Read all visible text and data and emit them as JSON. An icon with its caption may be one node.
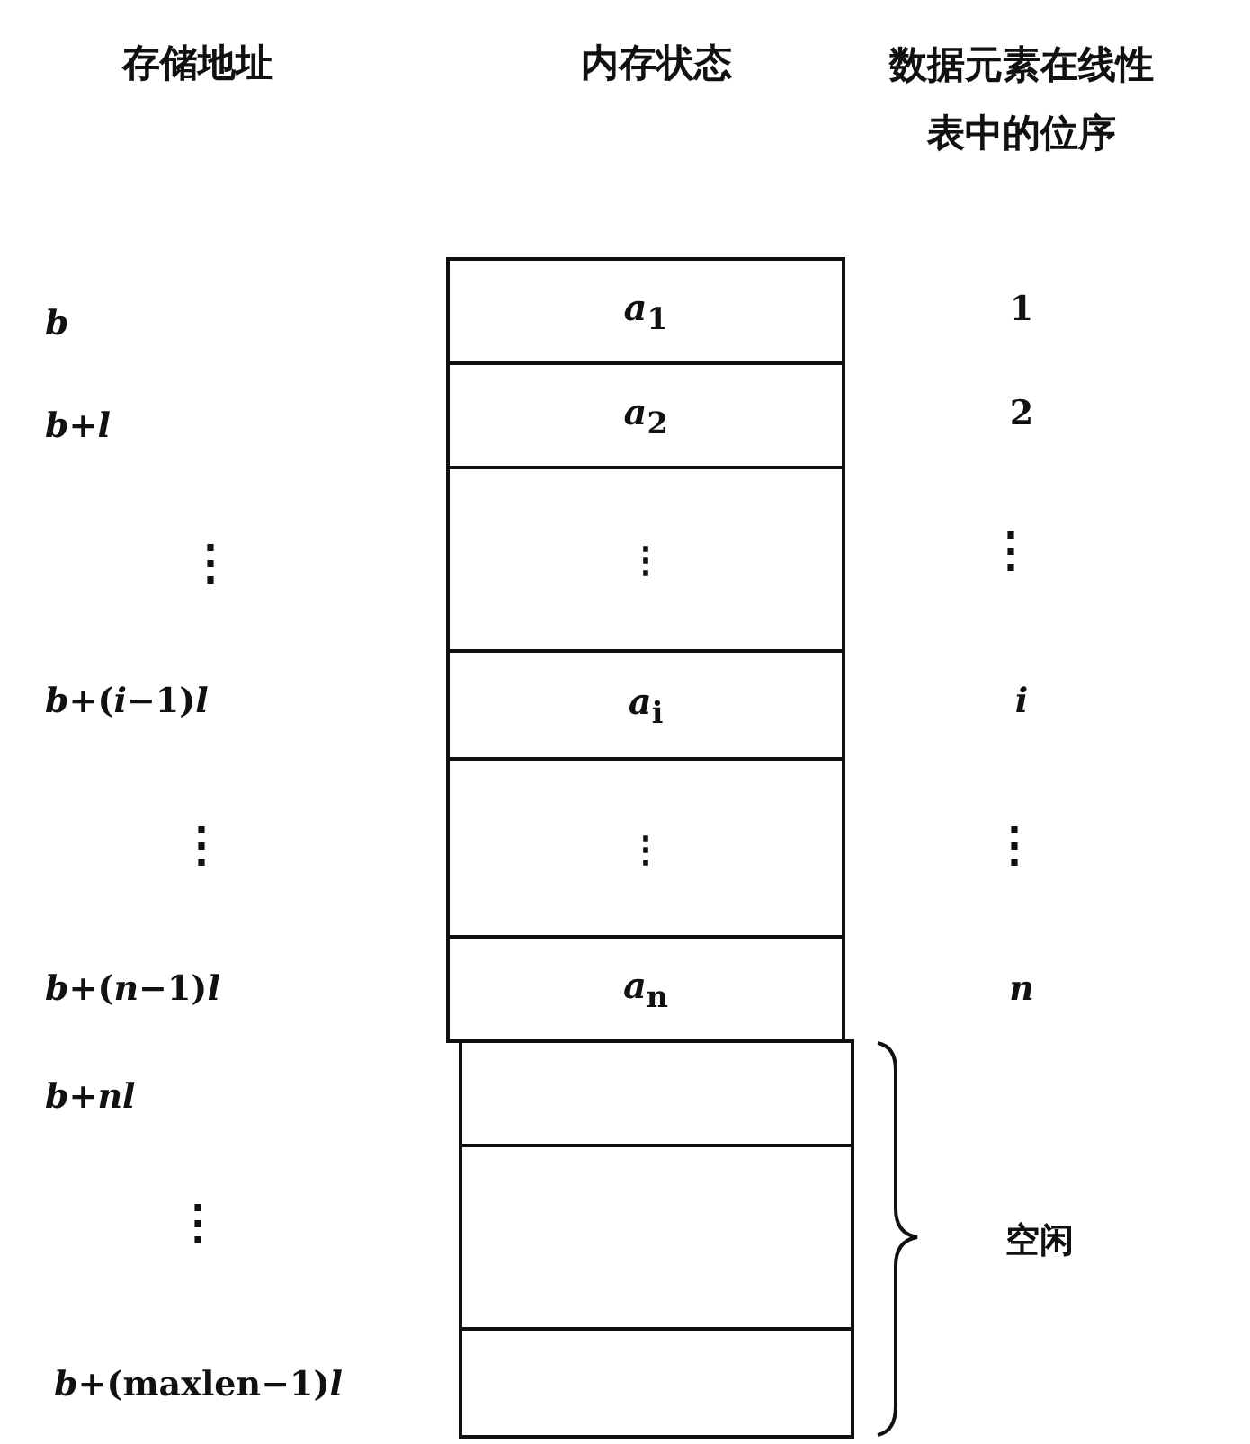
{
  "diagram": {
    "nodes": [
      {
        "text": [
          "*a*$_{1}$"
        ]
      },
      {
        "text": [
          "*a*$_{2}$"
        ]
      },
      {
        "text": [
          "⋮"
        ]
      },
      {
        "text": [
          "*a*$_{i}$"
        ]
      },
      {
        "text": [
          "⋮"
        ]
      },
      {
        "text": [
          "*a*$_{n}$"
        ]
      },
      {
        "text": [],
        "shape": "box"
      },
      {
        "text": [],
        "shape": "box"
      },
      {
        "text": [],
        "shape": "box"
      }
    ],
    "edges": [],
    "labels": [
      "存储地址",
      "内存状态",
      "数据元素在线性表中的位序",
      "*b*",
      "1",
      "*b*+*l*",
      "2",
      "⋮",
      "⋮",
      "*b*+(*i*−1)*l*",
      "*i*",
      "⋮",
      "⋮",
      "*b*+(*n*−1)*l*",
      "*n*",
      "*b*+*nl*",
      "⋮",
      "空闲",
      "*b*+(maxlen−1)*l*"
    ]
  }
}
